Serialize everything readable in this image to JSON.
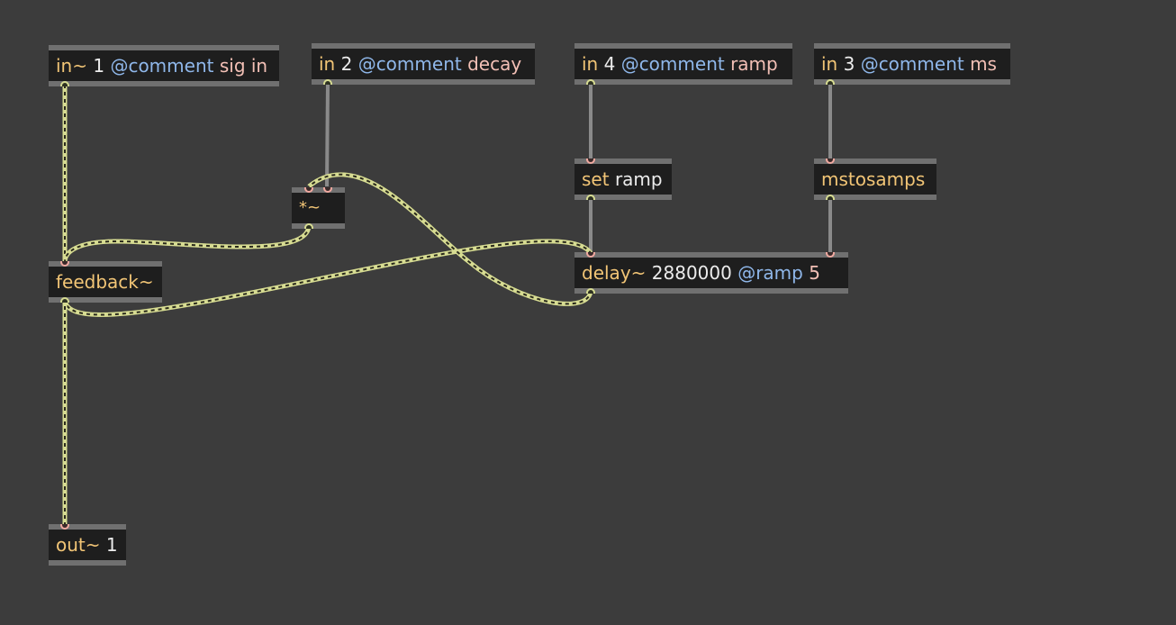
{
  "objects": {
    "in_sig": {
      "op": "in~",
      "num": "1",
      "attr": "@comment",
      "val": "sig in"
    },
    "in_decay": {
      "op": "in",
      "num": "2",
      "attr": "@comment",
      "val": "decay"
    },
    "in_ramp": {
      "op": "in",
      "num": "4",
      "attr": "@comment",
      "val": "ramp"
    },
    "in_ms": {
      "op": "in",
      "num": "3",
      "attr": "@comment",
      "val": "ms"
    },
    "set_ramp": {
      "op": "set",
      "val": "ramp"
    },
    "mstosamps": {
      "op": "mstosamps"
    },
    "mul": {
      "op": "*~"
    },
    "feedback": {
      "op": "feedback~"
    },
    "delay": {
      "op": "delay~",
      "num": "2880000",
      "attr": "@ramp",
      "num2": "5"
    },
    "out": {
      "op": "out~",
      "num": "1"
    }
  },
  "colors": {
    "background": "#3c3c3c",
    "object_body": "#1e1e1e",
    "object_border": "#707070",
    "operator_text": "#f2c576",
    "number_text": "#ececec",
    "attribute_text": "#8fb7ea",
    "value_text": "#f3c0b6",
    "signal_cord": "#d7dc92",
    "control_cord": "#8a8a8a"
  }
}
